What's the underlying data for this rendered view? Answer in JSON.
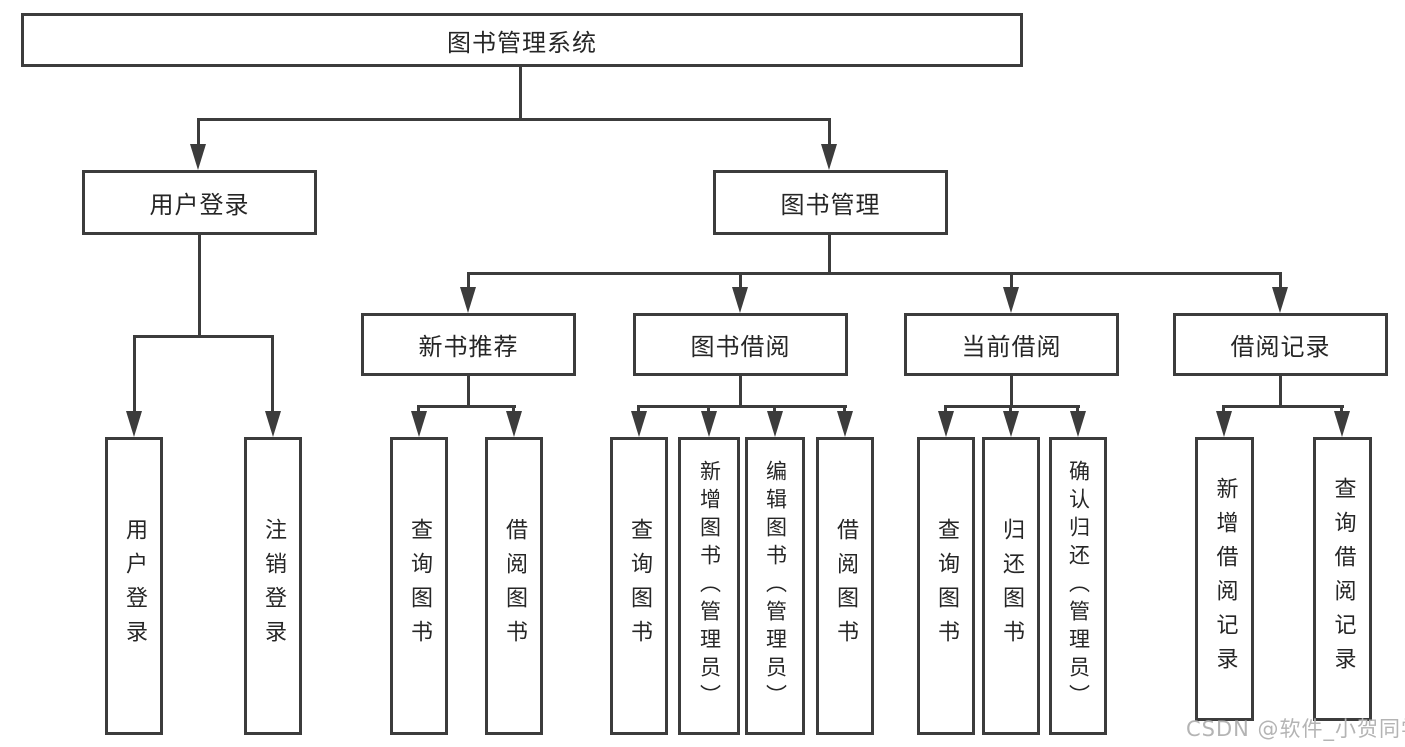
{
  "diagram_title": "图书管理系统",
  "colors": {
    "line": "#3c3c3c",
    "box_border": "#3c3c3c",
    "text": "#262626",
    "watermark": "#b4b4b4",
    "background": "#ffffff"
  },
  "nodes": {
    "root": "图书管理系统",
    "level2": [
      "用户登录",
      "图书管理"
    ],
    "level3": [
      "新书推荐",
      "图书借阅",
      "当前借阅",
      "借阅记录"
    ],
    "leaves": [
      "用户登录",
      "注销登录",
      "查询图书",
      "借阅图书",
      "查询图书",
      "新增图书（管理员）",
      "编辑图书（管理员）",
      "借阅图书",
      "查询图书",
      "归还图书",
      "确认归还（管理员）",
      "新增借阅记录",
      "查询借阅记录"
    ]
  },
  "watermark": "CSDN @软件_小贺同学"
}
